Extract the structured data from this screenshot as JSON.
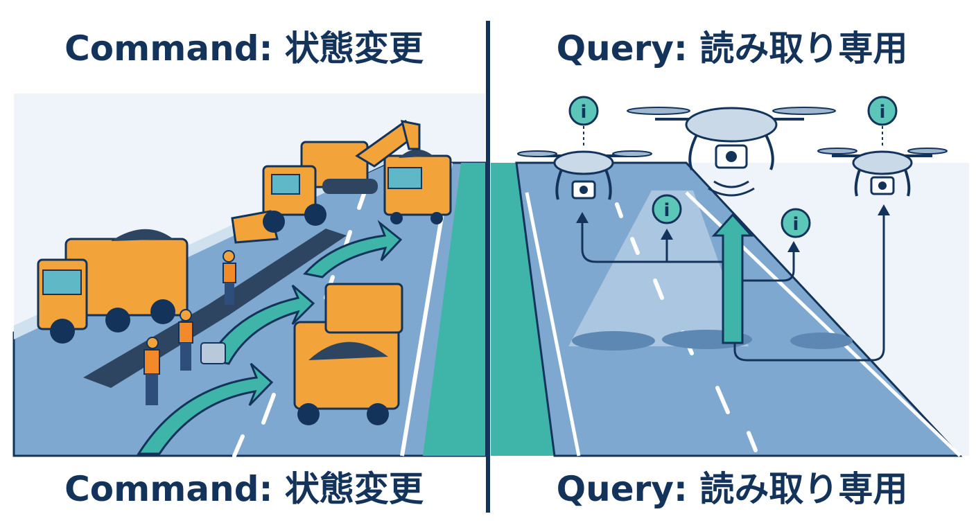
{
  "left_panel": {
    "title_top": "Command: 状態変更",
    "title_bottom": "Command: 状態変更"
  },
  "right_panel": {
    "title_top": "Query: 読み取り専用",
    "title_bottom": "Query: 読み取り専用"
  },
  "colors": {
    "navy": "#13335a",
    "teal": "#3fb5aa",
    "road": "#7ea8cf",
    "truck": "#f2a33a"
  }
}
